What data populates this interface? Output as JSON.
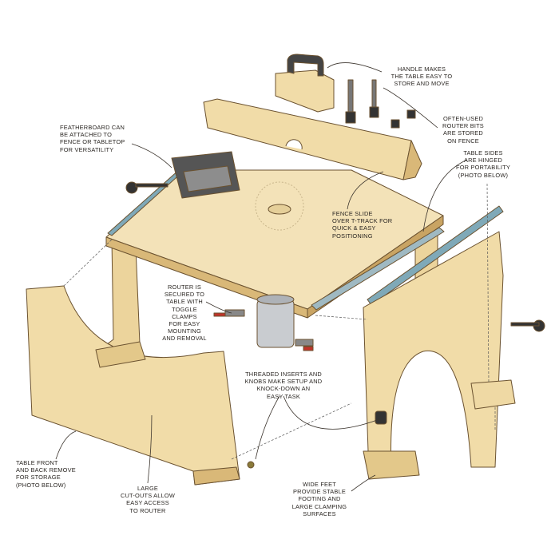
{
  "title": "Portable router table exploded view",
  "colors": {
    "wood": "#f1dca8",
    "wood_dark": "#d9b878",
    "edge": "#b88f4a",
    "track": "#7fa9b8",
    "line": "#3a332c"
  },
  "callouts": {
    "handle": "Handle makes\nthe table easy to\nstore and move",
    "router_bits": "Often-used\nrouter bits\nare stored\non fence",
    "featherboard": "Featherboard can\nbe attached to\nfence or tabletop\nfor versatility",
    "table_sides": "Table sides\nare hinged\nfor portability\n(photo below)",
    "fence_slide": "Fence slide\nover T-track for\nquick & easy\npositioning",
    "router_secured": "Router is\nsecured to\ntable with\ntoggle\nclamps\nfor easy\nmounting\nand removal",
    "threaded_inserts": "Threaded inserts and\nknobs make setup and\nknock-down an\neasy task",
    "table_front": "Table front\nand back remove\nfor storage\n(photo below)",
    "large_cutouts": "Large\ncut-outs allow\neasy access\nto router",
    "wide_feet": "Wide feet\nprovide stable\nfooting and\nlarge clamping\nsurfaces"
  }
}
